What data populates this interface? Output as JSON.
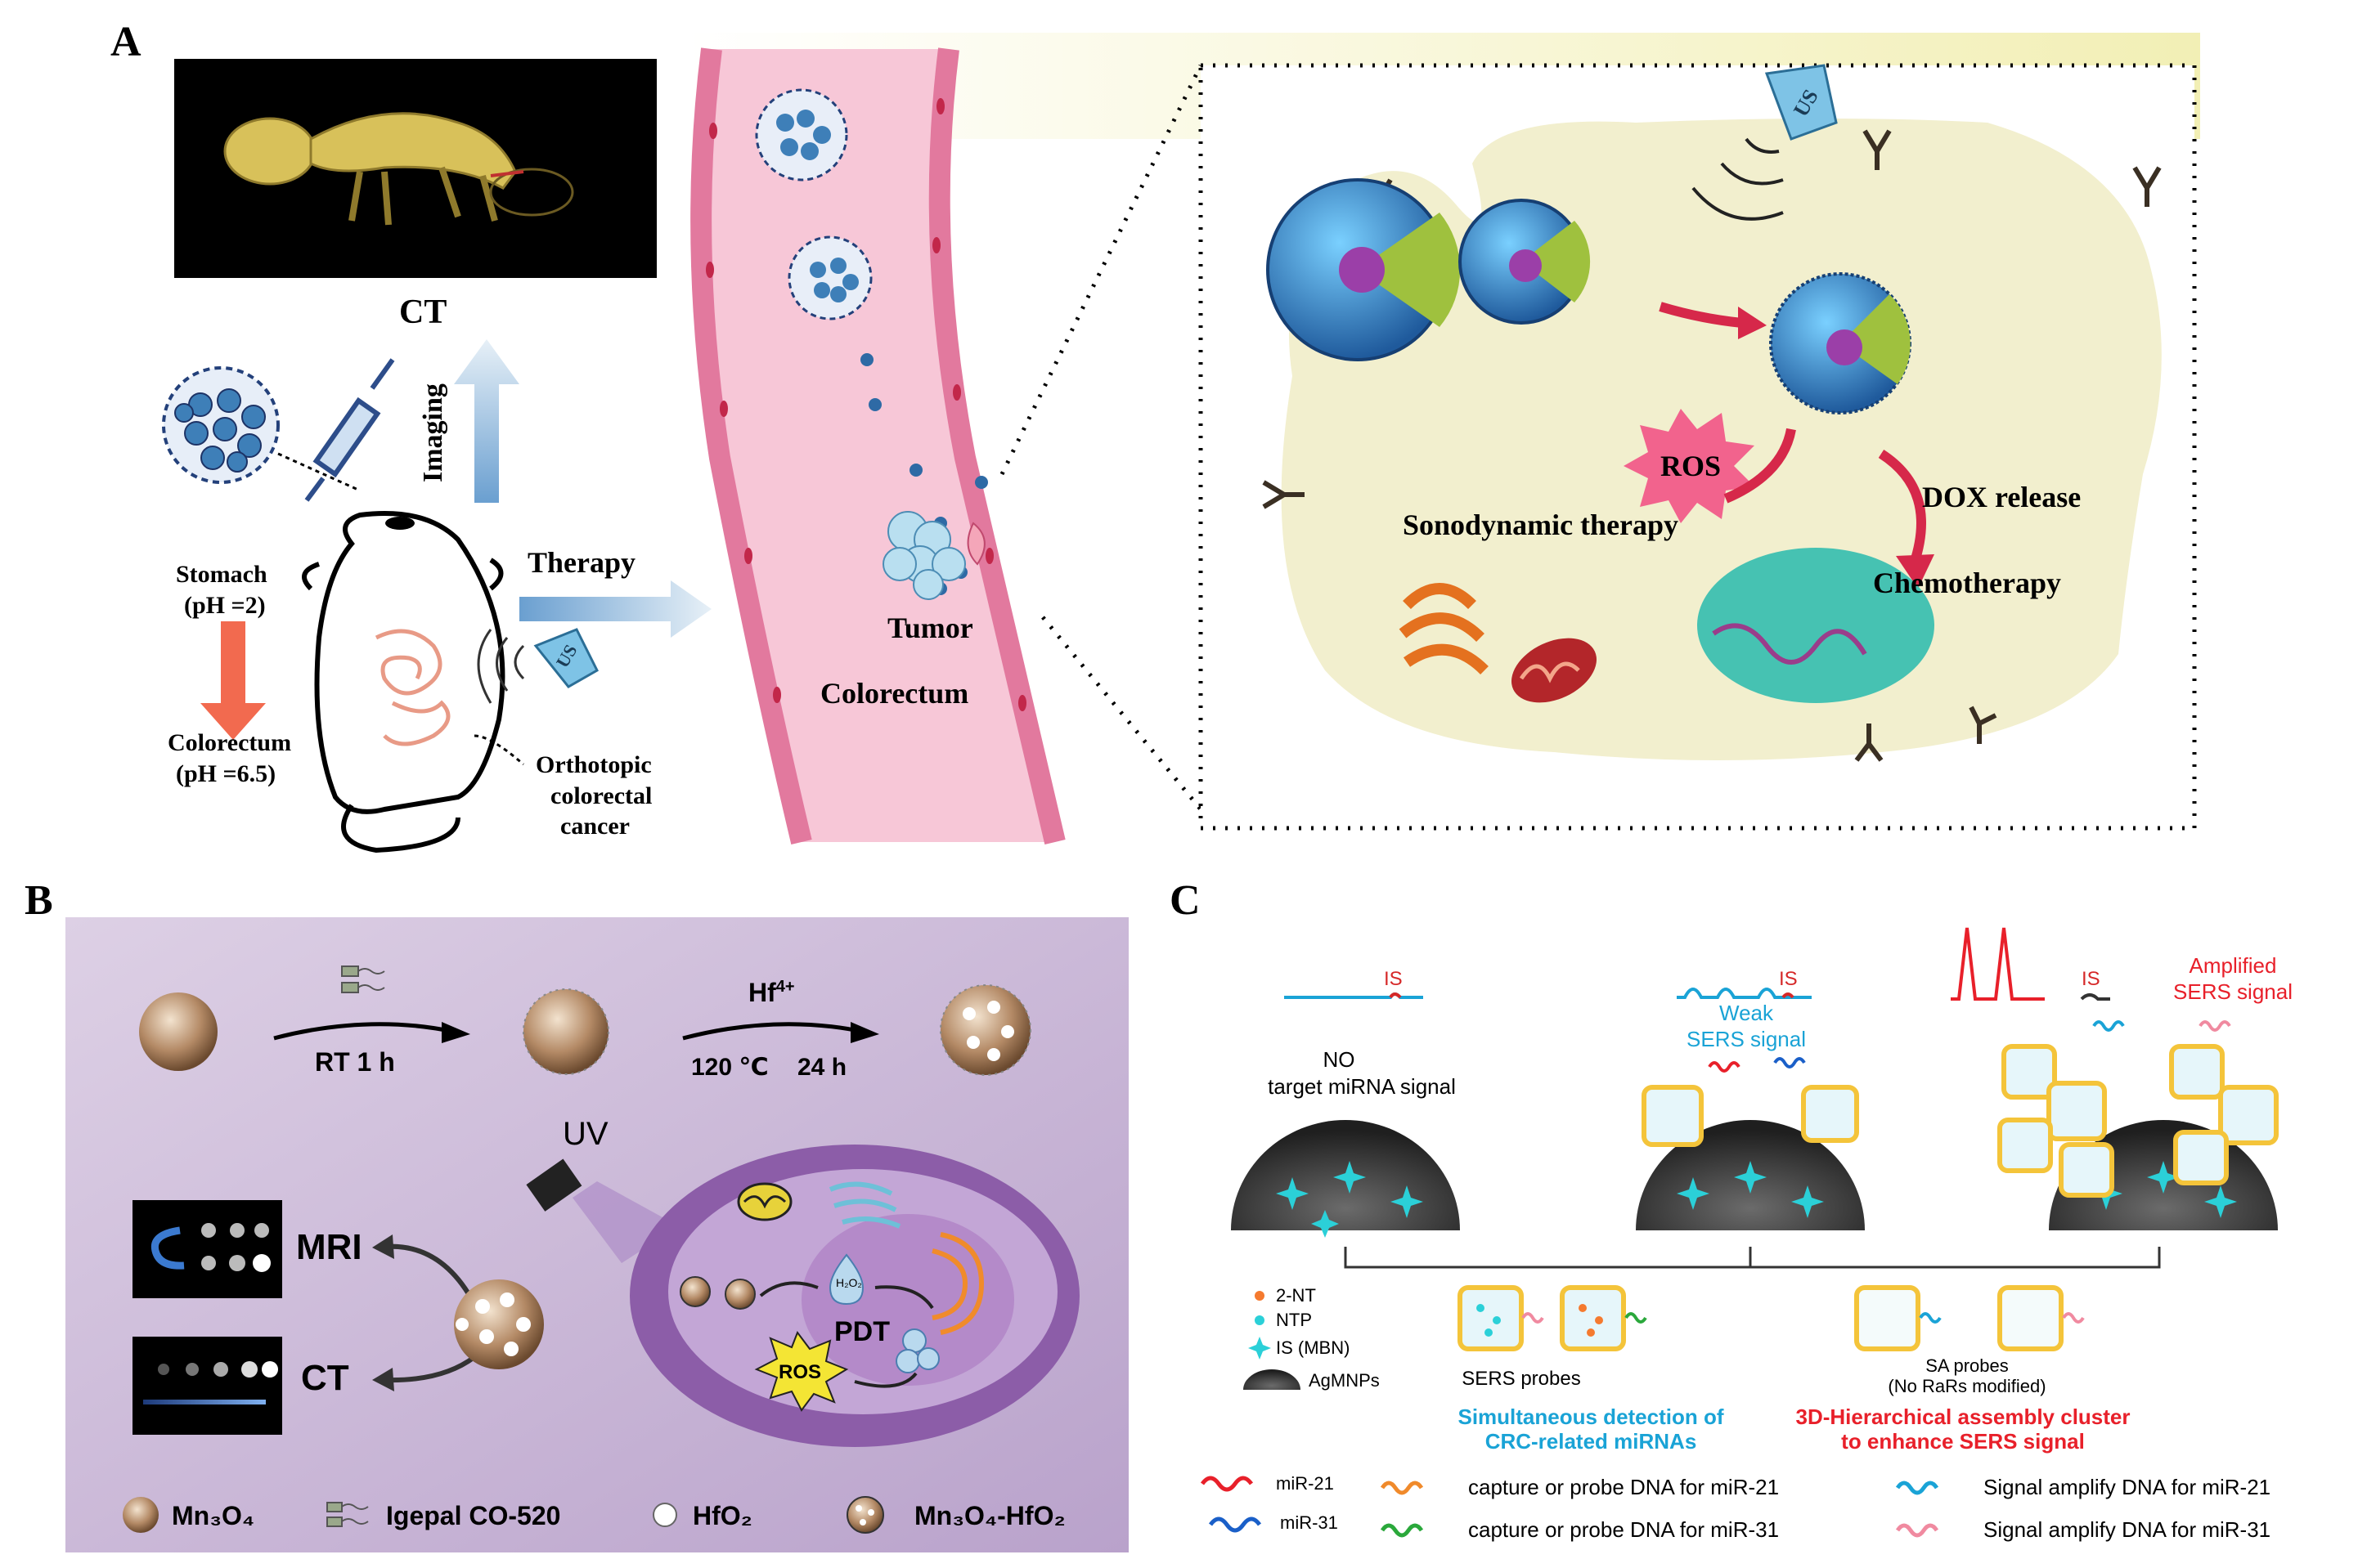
{
  "panels": {
    "a": "A",
    "b": "B",
    "c": "C"
  },
  "panel_a": {
    "ct": "CT",
    "imaging": "Imaging",
    "therapy": "Therapy",
    "stomach": "Stomach",
    "stomach_ph": "(pH =2)",
    "colorectum_left": "Colorectum",
    "colorectum_ph": "(pH =6.5)",
    "orthotopic_1": "Orthotopic",
    "orthotopic_2": "colorectal",
    "orthotopic_3": "cancer",
    "us": "US",
    "tumor": "Tumor",
    "colorectum_mid": "Colorectum",
    "ros": "ROS",
    "sonodynamic": "Sonodynamic therapy",
    "dox": "DOX release",
    "chemo": "Chemotherapy"
  },
  "panel_b": {
    "rt": "RT  1 h",
    "hf": "Hf",
    "hf_sup": "4+",
    "temp": "120 ℃",
    "time": "24 h",
    "uv": "UV",
    "mri": "MRI",
    "ct": "CT",
    "pdt": "PDT",
    "ros": "ROS",
    "h2o2": "H₂O₂",
    "legend": [
      "Mn₃O₄",
      "Igepal CO-520",
      "HfO₂",
      "Mn₃O₄-HfO₂"
    ]
  },
  "panel_c": {
    "is1": "IS",
    "is2": "IS",
    "is3": "IS",
    "no_signal_1": "NO",
    "no_signal_2": "target miRNA signal",
    "weak_1": "Weak",
    "weak_2": "SERS signal",
    "amp_1": "Amplified",
    "amp_2": "SERS signal",
    "legend_items": [
      "2-NT",
      "NTP",
      "IS (MBN)",
      "AgMNPs"
    ],
    "sers_probes": "SERS probes",
    "sa_probes": "SA probes",
    "sa_probes_note": "(No RaRs modified)",
    "simul_1": "Simultaneous  detection  of",
    "simul_2": "CRC-related miRNAs",
    "hier_1": "3D-Hierarchical assembly cluster",
    "hier_2": "to enhance SERS signal",
    "mir21": "miR-21",
    "mir31": "miR-31",
    "capture21": "capture or probe DNA  for miR-21",
    "capture31": "capture or probe DNA  for miR-31",
    "amp21": "Signal amplify DNA  for miR-21",
    "amp31": "Signal amplify DNA  for miR-31"
  },
  "colors": {
    "accent_red": "#e8202a",
    "accent_blue": "#1aa3d6",
    "panel_b_bg": "#c9b6d6",
    "cell_bg": "#f2efce"
  }
}
